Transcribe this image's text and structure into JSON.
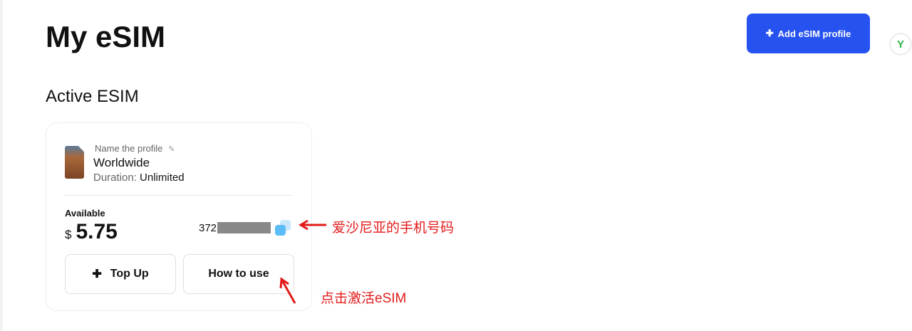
{
  "page": {
    "title": "My eSIM",
    "add_button": "Add eSIM profile",
    "section": "Active ESIM"
  },
  "card": {
    "name_prompt": "Name the profile",
    "profile_name": "Worldwide",
    "duration_label": "Duration:",
    "duration_value": "Unlimited",
    "available_label": "Available",
    "currency": "$",
    "balance": "5.75",
    "number_prefix": "372",
    "top_up": "Top Up",
    "how_to_use": "How to use"
  },
  "annotations": {
    "phone": "爱沙尼亚的手机号码",
    "activate": "点击激活eSIM"
  },
  "colors": {
    "accent": "#2652f0",
    "annotation": "#e31b1b"
  }
}
